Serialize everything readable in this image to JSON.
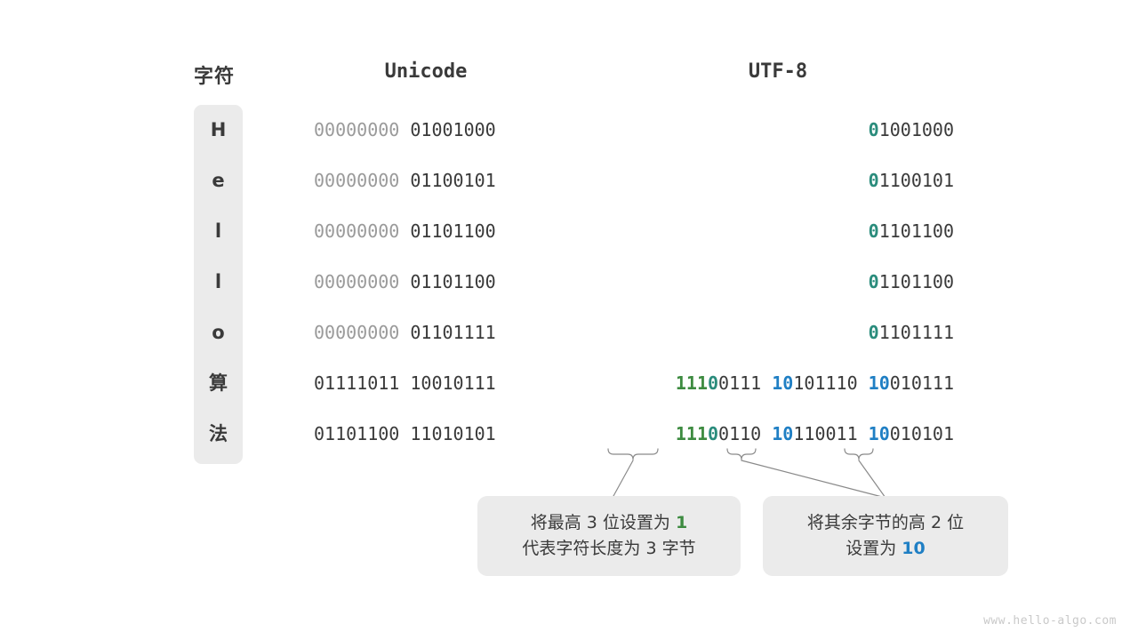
{
  "headers": {
    "character": "字符",
    "unicode": "Unicode",
    "utf8": "UTF-8"
  },
  "colors": {
    "green": "#3d8b40",
    "teal": "#2a8c7c",
    "blue": "#1f7fc4",
    "dark": "#3a3a3a",
    "dim": "#9a9a9a",
    "panel": "#ebebeb",
    "background": "#ffffff",
    "watermark": "#c9c9c9"
  },
  "rows": [
    {
      "char": "H",
      "unicode": {
        "high": "00000000",
        "low": "01001000"
      },
      "utf8": [
        {
          "marker": "0",
          "marker_color": "teal",
          "rest": "1001000"
        }
      ]
    },
    {
      "char": "e",
      "unicode": {
        "high": "00000000",
        "low": "01100101"
      },
      "utf8": [
        {
          "marker": "0",
          "marker_color": "teal",
          "rest": "1100101"
        }
      ]
    },
    {
      "char": "l",
      "unicode": {
        "high": "00000000",
        "low": "01101100"
      },
      "utf8": [
        {
          "marker": "0",
          "marker_color": "teal",
          "rest": "1101100"
        }
      ]
    },
    {
      "char": "l",
      "unicode": {
        "high": "00000000",
        "low": "01101100"
      },
      "utf8": [
        {
          "marker": "0",
          "marker_color": "teal",
          "rest": "1101100"
        }
      ]
    },
    {
      "char": "o",
      "unicode": {
        "high": "00000000",
        "low": "01101111"
      },
      "utf8": [
        {
          "marker": "0",
          "marker_color": "teal",
          "rest": "1101111"
        }
      ]
    },
    {
      "char": "算",
      "unicode": {
        "high": "01111011",
        "low": "10010111"
      },
      "utf8": [
        {
          "marker": "111",
          "marker_color": "green",
          "marker2": "0",
          "marker2_color": "teal",
          "rest": "0111"
        },
        {
          "marker": "10",
          "marker_color": "blue",
          "rest": "101110"
        },
        {
          "marker": "10",
          "marker_color": "blue",
          "rest": "010111"
        }
      ]
    },
    {
      "char": "法",
      "unicode": {
        "high": "01101100",
        "low": "11010101"
      },
      "utf8": [
        {
          "marker": "111",
          "marker_color": "green",
          "marker2": "0",
          "marker2_color": "teal",
          "rest": "0110"
        },
        {
          "marker": "10",
          "marker_color": "blue",
          "rest": "110011"
        },
        {
          "marker": "10",
          "marker_color": "blue",
          "rest": "010101"
        }
      ]
    }
  ],
  "notes": {
    "note1": {
      "line1_before": "将最高 3 位设置为 ",
      "line1_highlight": "1",
      "line2": "代表字符长度为 3 字节"
    },
    "note2": {
      "line1": "将其余字节的高 2 位",
      "line2_before": "设置为 ",
      "line2_highlight": "10"
    }
  },
  "watermark": "www.hello-algo.com"
}
